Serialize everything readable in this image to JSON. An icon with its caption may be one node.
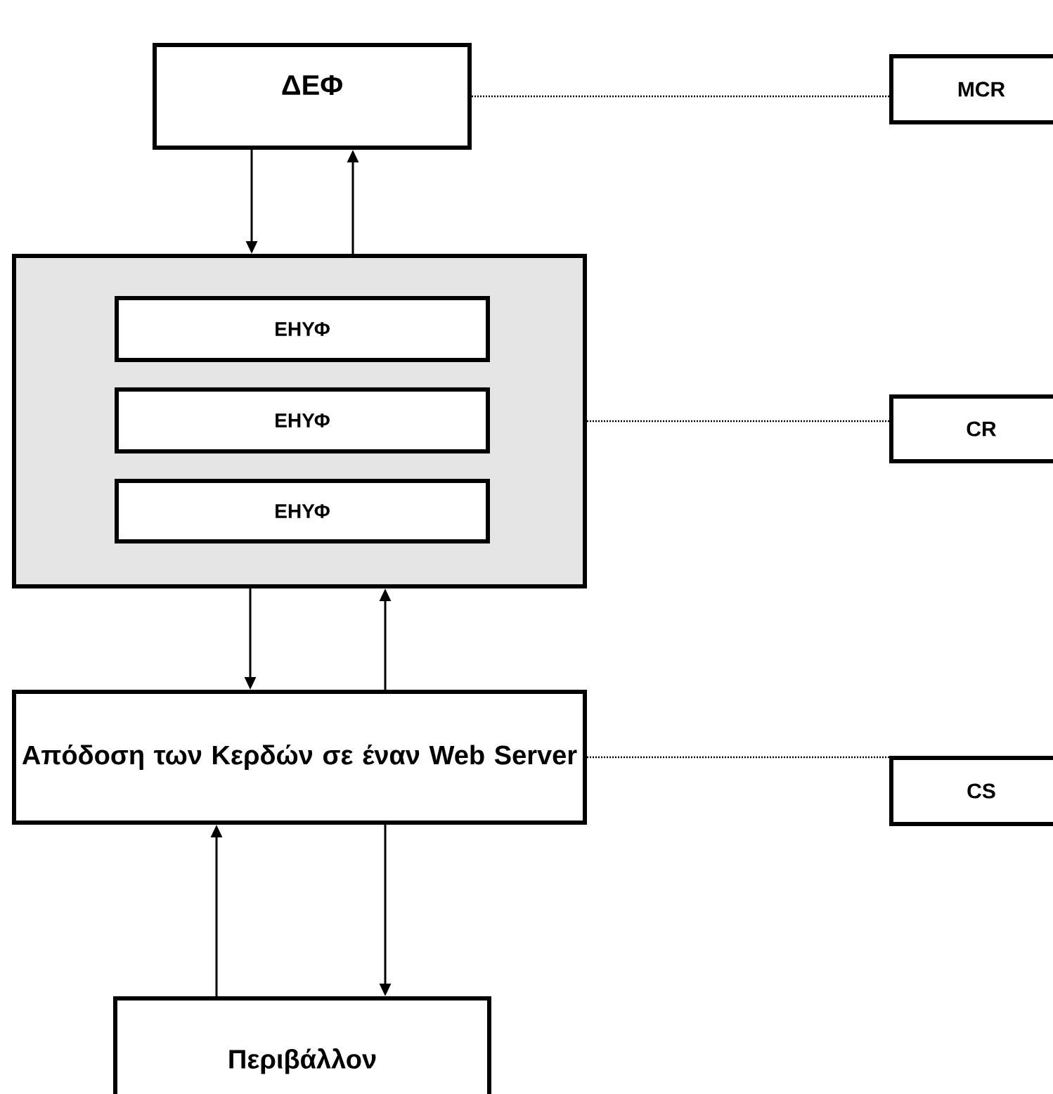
{
  "diagram": {
    "nodes": [
      {
        "text": [
          "ΔΕΦ"
        ]
      },
      {
        "text": [],
        "shape": "box"
      },
      {
        "text": [
          "ΕΗΥΦ"
        ],
        "in": 1
      },
      {
        "text": [
          "ΕΗΥΦ"
        ],
        "in": 1
      },
      {
        "text": [
          "ΕΗΥΦ"
        ],
        "in": 1
      },
      {
        "text": [
          "Απόδοση των Κερδών σε έναν Web Server"
        ]
      },
      {
        "text": [
          "Περιβάλλον"
        ]
      },
      {
        "text": [
          "MCR"
        ]
      },
      {
        "text": [
          "CR"
        ]
      },
      {
        "text": [
          "CS"
        ]
      }
    ],
    "edges": [
      {
        "from": 0,
        "to": 1,
        "arrow": "to"
      },
      {
        "from": 1,
        "to": 0,
        "arrow": "to"
      },
      {
        "from": 1,
        "to": 5,
        "arrow": "to"
      },
      {
        "from": 5,
        "to": 1,
        "arrow": "to"
      },
      {
        "from": 6,
        "to": 5,
        "arrow": "to"
      },
      {
        "from": 5,
        "to": 6,
        "arrow": "to"
      },
      {
        "from": 0,
        "to": 7,
        "arrow": "none",
        "style": "dashed"
      },
      {
        "from": 1,
        "to": 8,
        "arrow": "none",
        "style": "dashed"
      },
      {
        "from": 5,
        "to": 9,
        "arrow": "none",
        "style": "dashed"
      }
    ]
  }
}
